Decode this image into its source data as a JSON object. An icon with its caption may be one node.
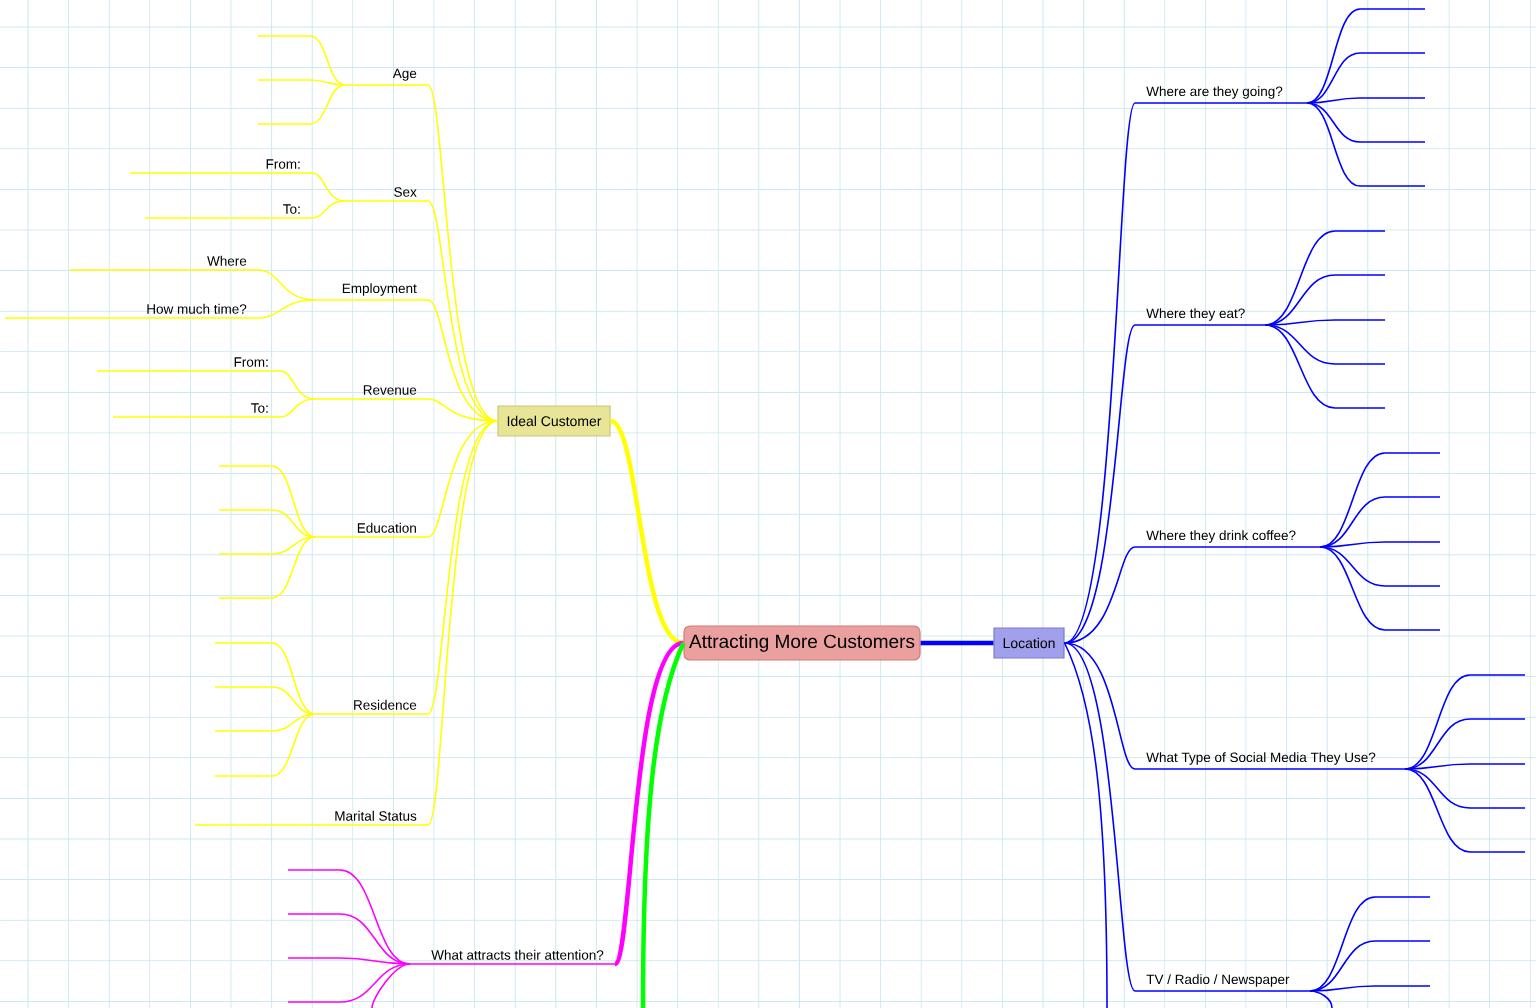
{
  "diagram": {
    "nodes": [
      {
        "text": [
          "Attracting More Customers"
        ]
      },
      {
        "text": [
          "Ideal Customer"
        ]
      },
      {
        "text": [
          "Location"
        ]
      },
      {
        "text": [
          "Age"
        ]
      },
      {
        "text": [
          "Sex"
        ]
      },
      {
        "text": [
          "From:"
        ]
      },
      {
        "text": [
          "To:"
        ]
      },
      {
        "text": [
          "Employment"
        ]
      },
      {
        "text": [
          "Where"
        ]
      },
      {
        "text": [
          "How much time?"
        ]
      },
      {
        "text": [
          "Revenue"
        ]
      },
      {
        "text": [
          "From:"
        ]
      },
      {
        "text": [
          "To:"
        ]
      },
      {
        "text": [
          "Education"
        ]
      },
      {
        "text": [
          "Residence"
        ]
      },
      {
        "text": [
          "Marital Status"
        ]
      },
      {
        "text": [
          "What attracts their attention?"
        ]
      },
      {
        "text": [
          "Where are they going?"
        ]
      },
      {
        "text": [
          "Where they eat?"
        ]
      },
      {
        "text": [
          "Where they drink coffee?"
        ]
      },
      {
        "text": [
          "What Type of Social Media They Use?"
        ]
      },
      {
        "text": [
          "TV / Radio / Newspaper"
        ]
      }
    ],
    "edges": [
      {
        "from": 0,
        "to": 1,
        "arrow": "none",
        "style": "thick",
        "color": "#ffff00"
      },
      {
        "from": 0,
        "to": 2,
        "arrow": "none",
        "style": "thick"
      },
      {
        "from": 0,
        "to": 16,
        "arrow": "none",
        "style": "thick",
        "color": "#ff00ff"
      },
      {
        "from": 0,
        "to": null,
        "arrow": "none",
        "style": "thick",
        "color": "#00ff00"
      },
      {
        "from": 1,
        "to": 3,
        "arrow": "none",
        "color": "#ffff00"
      },
      {
        "from": 1,
        "to": 4,
        "arrow": "none",
        "color": "#ffff00"
      },
      {
        "from": 1,
        "to": 7,
        "arrow": "none",
        "color": "#ffff00"
      },
      {
        "from": 1,
        "to": 10,
        "arrow": "none",
        "color": "#ffff00"
      },
      {
        "from": 1,
        "to": 13,
        "arrow": "none",
        "color": "#ffff00"
      },
      {
        "from": 1,
        "to": 14,
        "arrow": "none",
        "color": "#ffff00"
      },
      {
        "from": 1,
        "to": 15,
        "arrow": "none",
        "color": "#ffff00"
      },
      {
        "from": 3,
        "to": null,
        "arrow": "none",
        "color": "#ffff00"
      },
      {
        "from": 3,
        "to": null,
        "arrow": "none",
        "color": "#ffff00"
      },
      {
        "from": 3,
        "to": null,
        "arrow": "none",
        "color": "#ffff00"
      },
      {
        "from": 4,
        "to": 5,
        "arrow": "none",
        "color": "#ffff00"
      },
      {
        "from": 4,
        "to": 6,
        "arrow": "none",
        "color": "#ffff00"
      },
      {
        "from": 7,
        "to": 8,
        "arrow": "none",
        "color": "#ffff00"
      },
      {
        "from": 7,
        "to": 9,
        "arrow": "none",
        "color": "#ffff00"
      },
      {
        "from": 10,
        "to": 11,
        "arrow": "none",
        "color": "#ffff00"
      },
      {
        "from": 10,
        "to": 12,
        "arrow": "none",
        "color": "#ffff00"
      },
      {
        "from": 13,
        "to": null,
        "arrow": "none",
        "color": "#ffff00"
      },
      {
        "from": 13,
        "to": null,
        "arrow": "none",
        "color": "#ffff00"
      },
      {
        "from": 13,
        "to": null,
        "arrow": "none",
        "color": "#ffff00"
      },
      {
        "from": 13,
        "to": null,
        "arrow": "none",
        "color": "#ffff00"
      },
      {
        "from": 14,
        "to": null,
        "arrow": "none",
        "color": "#ffff00"
      },
      {
        "from": 14,
        "to": null,
        "arrow": "none",
        "color": "#ffff00"
      },
      {
        "from": 14,
        "to": null,
        "arrow": "none",
        "color": "#ffff00"
      },
      {
        "from": 14,
        "to": null,
        "arrow": "none",
        "color": "#ffff00"
      },
      {
        "from": 16,
        "to": null,
        "arrow": "none",
        "color": "#ff00ff"
      },
      {
        "from": 16,
        "to": null,
        "arrow": "none",
        "color": "#ff00ff"
      },
      {
        "from": 16,
        "to": null,
        "arrow": "none",
        "color": "#ff00ff"
      },
      {
        "from": 16,
        "to": null,
        "arrow": "none",
        "color": "#ff00ff"
      },
      {
        "from": 16,
        "to": null,
        "arrow": "none",
        "color": "#ff00ff"
      },
      {
        "from": 2,
        "to": 17,
        "arrow": "none"
      },
      {
        "from": 2,
        "to": 18,
        "arrow": "none"
      },
      {
        "from": 2,
        "to": 19,
        "arrow": "none"
      },
      {
        "from": 2,
        "to": 20,
        "arrow": "none"
      },
      {
        "from": 2,
        "to": 21,
        "arrow": "none"
      },
      {
        "from": 2,
        "to": null,
        "arrow": "none"
      },
      {
        "from": 17,
        "to": null,
        "arrow": "none"
      },
      {
        "from": 17,
        "to": null,
        "arrow": "none"
      },
      {
        "from": 17,
        "to": null,
        "arrow": "none"
      },
      {
        "from": 17,
        "to": null,
        "arrow": "none"
      },
      {
        "from": 17,
        "to": null,
        "arrow": "none"
      },
      {
        "from": 18,
        "to": null,
        "arrow": "none"
      },
      {
        "from": 18,
        "to": null,
        "arrow": "none"
      },
      {
        "from": 18,
        "to": null,
        "arrow": "none"
      },
      {
        "from": 18,
        "to": null,
        "arrow": "none"
      },
      {
        "from": 18,
        "to": null,
        "arrow": "none"
      },
      {
        "from": 19,
        "to": null,
        "arrow": "none"
      },
      {
        "from": 19,
        "to": null,
        "arrow": "none"
      },
      {
        "from": 19,
        "to": null,
        "arrow": "none"
      },
      {
        "from": 19,
        "to": null,
        "arrow": "none"
      },
      {
        "from": 19,
        "to": null,
        "arrow": "none"
      },
      {
        "from": 20,
        "to": null,
        "arrow": "none"
      },
      {
        "from": 20,
        "to": null,
        "arrow": "none"
      },
      {
        "from": 20,
        "to": null,
        "arrow": "none"
      },
      {
        "from": 20,
        "to": null,
        "arrow": "none"
      },
      {
        "from": 20,
        "to": null,
        "arrow": "none"
      },
      {
        "from": 21,
        "to": null,
        "arrow": "none"
      },
      {
        "from": 21,
        "to": null,
        "arrow": "none"
      },
      {
        "from": 21,
        "to": null,
        "arrow": "none"
      },
      {
        "from": 21,
        "to": null,
        "arrow": "none"
      }
    ]
  }
}
